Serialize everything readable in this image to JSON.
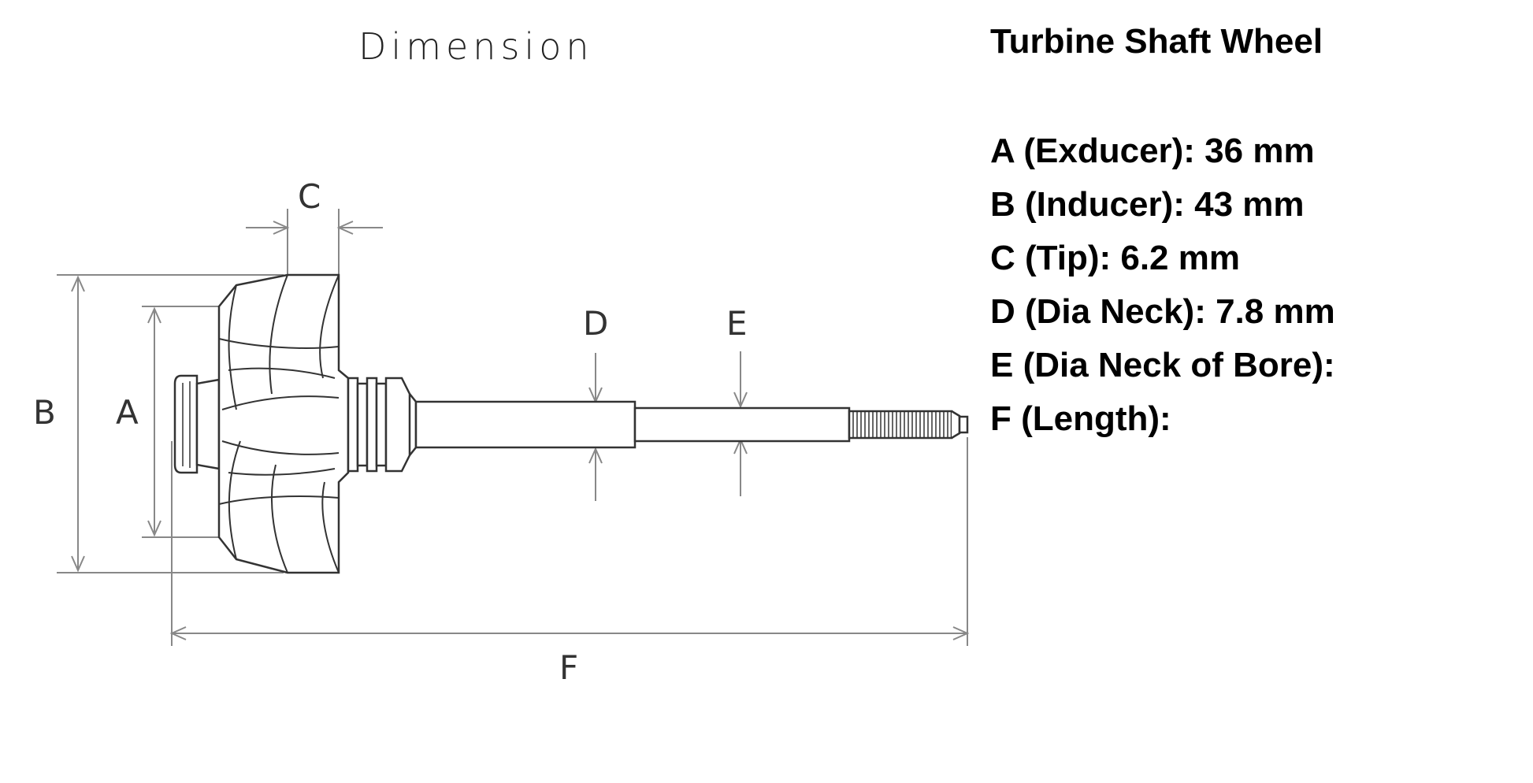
{
  "diagram": {
    "title": "Dimension",
    "labels": {
      "A": "A",
      "B": "B",
      "C": "C",
      "D": "D",
      "E": "E",
      "F": "F"
    }
  },
  "specs": {
    "title": "Turbine Shaft Wheel",
    "items": [
      {
        "key": "A",
        "text": "A (Exducer): 36 mm"
      },
      {
        "key": "B",
        "text": "B (Inducer): 43 mm"
      },
      {
        "key": "C",
        "text": "C (Tip): 6.2 mm"
      },
      {
        "key": "D",
        "text": "D (Dia Neck): 7.8 mm"
      },
      {
        "key": "E",
        "text": "E (Dia Neck of Bore):"
      },
      {
        "key": "F",
        "text": "F (Length):"
      }
    ]
  }
}
